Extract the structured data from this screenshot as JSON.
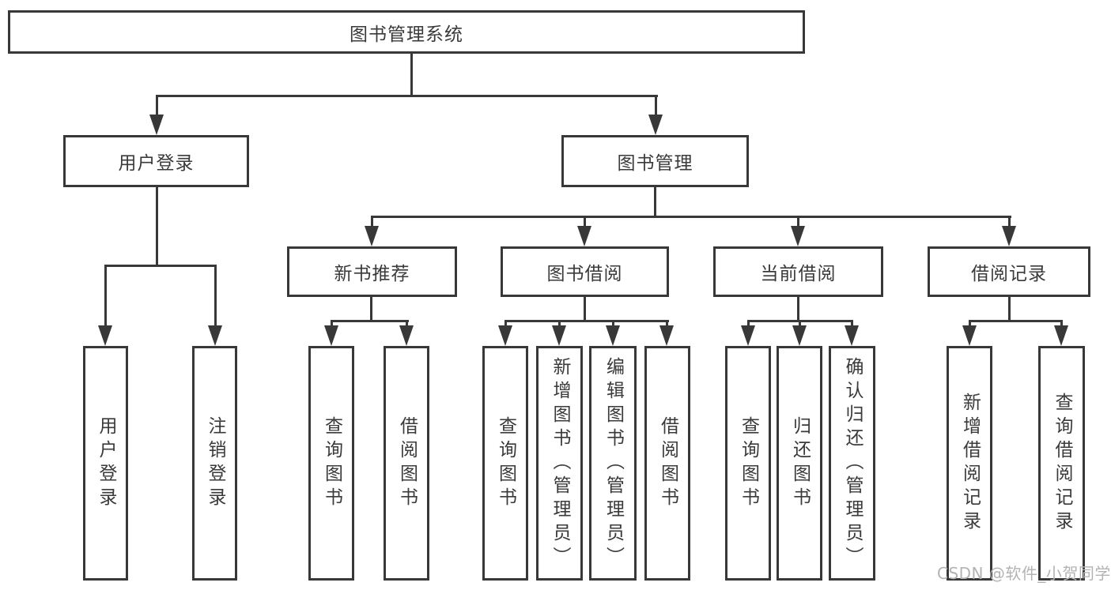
{
  "colors": {
    "line": "#383838",
    "text": "#3a3a3a",
    "background": "#ffffff",
    "watermark": "#b3b3b3"
  },
  "tree": {
    "root": {
      "label": "图书管理系统"
    },
    "branches": [
      {
        "label": "用户登录",
        "children": [
          {
            "label": "用户登录"
          },
          {
            "label": "注销登录"
          }
        ]
      },
      {
        "label": "图书管理",
        "children": [
          {
            "label": "新书推荐",
            "children": [
              {
                "label": "查询图书"
              },
              {
                "label": "借阅图书"
              }
            ]
          },
          {
            "label": "图书借阅",
            "children": [
              {
                "label": "查询图书"
              },
              {
                "label": "新增图书（管理员）"
              },
              {
                "label": "编辑图书（管理员）"
              },
              {
                "label": "借阅图书"
              }
            ]
          },
          {
            "label": "当前借阅",
            "children": [
              {
                "label": "查询图书"
              },
              {
                "label": "归还图书"
              },
              {
                "label": "确认归还（管理员）"
              }
            ]
          },
          {
            "label": "借阅记录",
            "children": [
              {
                "label": "新增借阅记录"
              },
              {
                "label": "查询借阅记录"
              }
            ]
          }
        ]
      }
    ]
  },
  "watermark": {
    "text": "CSDN @软件_小贺同学"
  }
}
